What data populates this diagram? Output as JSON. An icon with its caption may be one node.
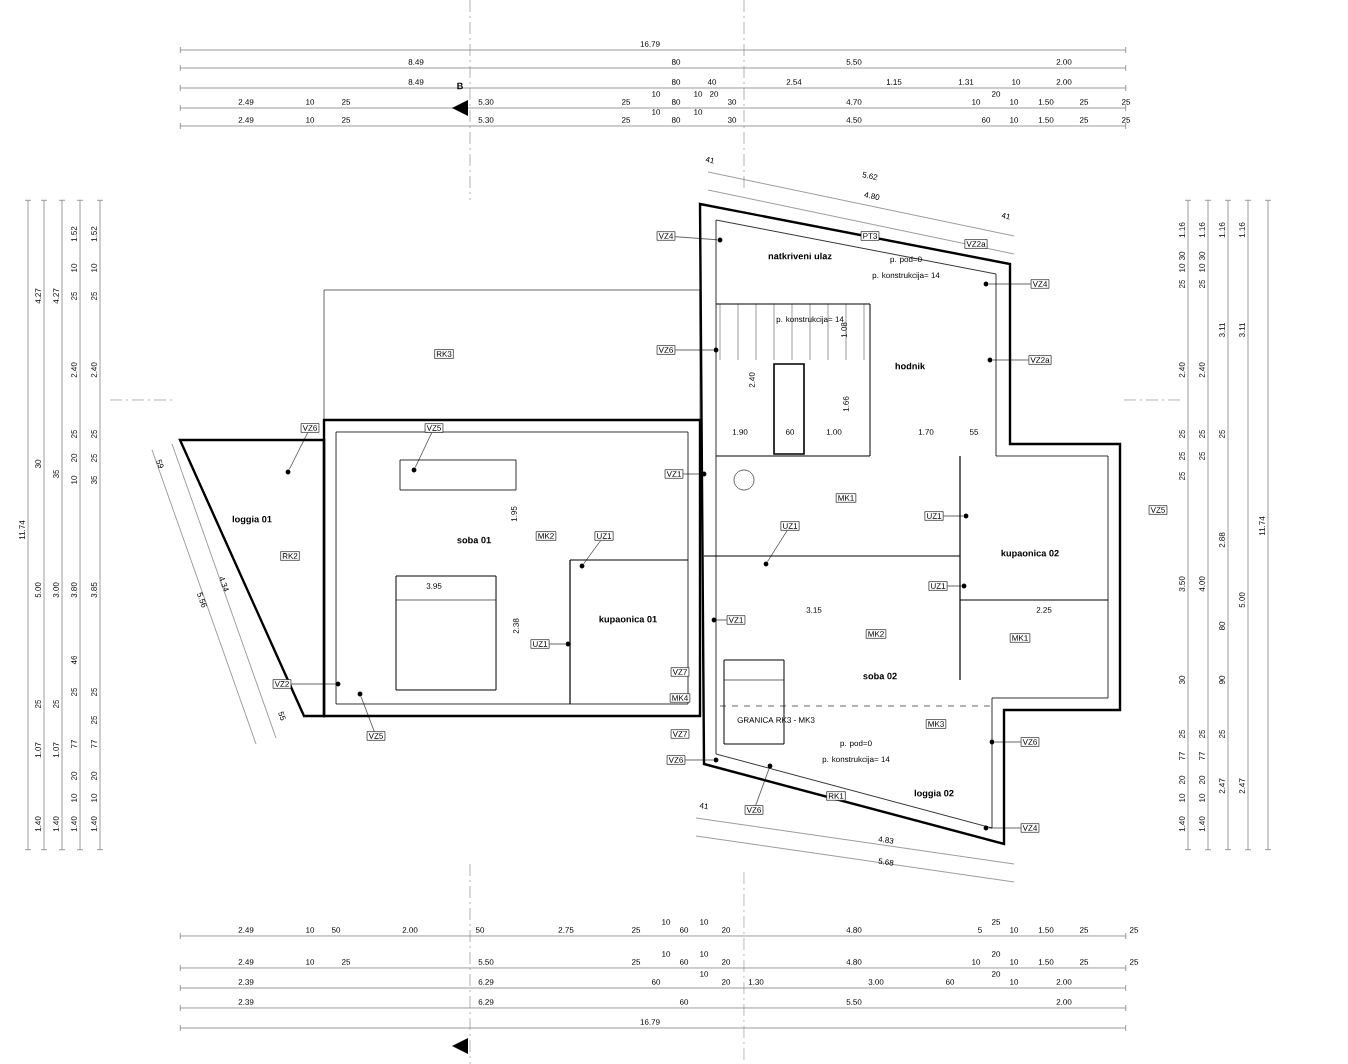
{
  "diagram": {
    "nodes": [
      {
        "text": [
          "VZ4"
        ]
      },
      {
        "text": [
          "PT3"
        ]
      },
      {
        "text": [
          "VZ2a"
        ]
      },
      {
        "text": [
          "VZ4"
        ]
      },
      {
        "text": [
          "VZ6"
        ]
      },
      {
        "text": [
          "RK3"
        ]
      },
      {
        "text": [
          "VZ2a"
        ]
      },
      {
        "text": [
          "VZ6"
        ]
      },
      {
        "text": [
          "VZ5"
        ]
      },
      {
        "text": [
          "VZ1"
        ]
      },
      {
        "text": [
          "MK1"
        ]
      },
      {
        "text": [
          "VZ5"
        ]
      },
      {
        "text": [
          "UZ1"
        ]
      },
      {
        "text": [
          "UZ1"
        ]
      },
      {
        "text": [
          "MK2"
        ]
      },
      {
        "text": [
          "UZ1"
        ]
      },
      {
        "text": [
          "RK2"
        ]
      },
      {
        "text": [
          "UZ1"
        ]
      },
      {
        "text": [
          "VZ1"
        ]
      },
      {
        "text": [
          "MK2"
        ]
      },
      {
        "text": [
          "MK1"
        ]
      },
      {
        "text": [
          "UZ1"
        ]
      },
      {
        "text": [
          "VZ7"
        ]
      },
      {
        "text": [
          "VZ2"
        ]
      },
      {
        "text": [
          "MK4"
        ]
      },
      {
        "text": [
          "MK3"
        ]
      },
      {
        "text": [
          "VZ7"
        ]
      },
      {
        "text": [
          "VZ5"
        ]
      },
      {
        "text": [
          "VZ6"
        ]
      },
      {
        "text": [
          "VZ6"
        ]
      },
      {
        "text": [
          "RK1"
        ]
      },
      {
        "text": [
          "VZ6"
        ]
      },
      {
        "text": [
          "VZ4"
        ]
      },
      {
        "text": [],
        "shape": "circle"
      },
      {
        "text": [],
        "shape": "circle"
      },
      {
        "text": [],
        "shape": "circle"
      },
      {
        "text": [],
        "shape": "circle"
      },
      {
        "text": [],
        "shape": "circle"
      },
      {
        "text": [],
        "shape": "circle"
      },
      {
        "text": [],
        "shape": "circle"
      },
      {
        "text": [],
        "shape": "circle"
      },
      {
        "text": [],
        "shape": "circle"
      },
      {
        "text": [],
        "shape": "circle"
      },
      {
        "text": [],
        "shape": "circle"
      },
      {
        "text": [],
        "shape": "circle"
      },
      {
        "text": [],
        "shape": "circle"
      },
      {
        "text": [],
        "shape": "circle"
      },
      {
        "text": [],
        "shape": "circle"
      },
      {
        "text": [],
        "shape": "circle"
      },
      {
        "text": [],
        "shape": "circle"
      },
      {
        "text": [],
        "shape": "circle"
      },
      {
        "text": [],
        "shape": "circle"
      }
    ],
    "edges": [
      {
        "from": 0,
        "to": 33,
        "arrow": "none"
      },
      {
        "from": 3,
        "to": 34,
        "arrow": "none"
      },
      {
        "from": 4,
        "to": 35,
        "arrow": "none"
      },
      {
        "from": 6,
        "to": 36,
        "arrow": "none"
      },
      {
        "from": 7,
        "to": 37,
        "arrow": "none"
      },
      {
        "from": 8,
        "to": 38,
        "arrow": "none"
      },
      {
        "from": 9,
        "to": 39,
        "arrow": "none"
      },
      {
        "from": 12,
        "to": 40,
        "arrow": "none"
      },
      {
        "from": 13,
        "to": 41,
        "arrow": "none"
      },
      {
        "from": 15,
        "to": 42,
        "arrow": "none"
      },
      {
        "from": 17,
        "to": 43,
        "arrow": "none"
      },
      {
        "from": 18,
        "to": 44,
        "arrow": "none"
      },
      {
        "from": 21,
        "to": 45,
        "arrow": "none"
      },
      {
        "from": 23,
        "to": 46,
        "arrow": "none"
      },
      {
        "from": 27,
        "to": 47,
        "arrow": "none"
      },
      {
        "from": 28,
        "to": 48,
        "arrow": "none"
      },
      {
        "from": 29,
        "to": 49,
        "arrow": "none"
      },
      {
        "from": 31,
        "to": 50,
        "arrow": "none"
      },
      {
        "from": 32,
        "to": 51,
        "arrow": "none"
      }
    ],
    "labels": [
      "16.79",
      "8.49",
      "80",
      "5.50",
      "2.00",
      "8.49",
      "80",
      "40",
      "2.54",
      "1.15",
      "1.31",
      "10",
      "2.00",
      "2.49",
      "10",
      "25",
      "5.30",
      "25",
      "10",
      "80",
      "10",
      "20",
      "30",
      "4.70",
      "10",
      "20",
      "10",
      "1.50",
      "25",
      "25",
      "2.49",
      "10",
      "25",
      "5.30",
      "25",
      "10",
      "80",
      "10",
      "30",
      "4.50",
      "60",
      "10",
      "1.50",
      "25",
      "25",
      "2.49",
      "10",
      "50",
      "2.00",
      "50",
      "2.75",
      "25",
      "10",
      "60",
      "10",
      "20",
      "4.80",
      "25",
      "5",
      "10",
      "1.50",
      "25",
      "25",
      "2.49",
      "10",
      "25",
      "5.50",
      "25",
      "10",
      "60",
      "10",
      "20",
      "4.80",
      "20",
      "10",
      "10",
      "1.50",
      "25",
      "25",
      "2.39",
      "6.29",
      "60",
      "10",
      "20",
      "1.30",
      "3.00",
      "60",
      "20",
      "10",
      "2.00",
      "2.39",
      "6.29",
      "60",
      "5.50",
      "2.00",
      "16.79",
      "11.74",
      "4.27",
      "30",
      "5.00",
      "25",
      "1.07",
      "1.40",
      "4.27",
      "35",
      "3.00",
      "25",
      "1.07",
      "1.40",
      "1.52",
      "10",
      "25",
      "2.40",
      "25",
      "20",
      "10",
      "3.80",
      "46",
      "25",
      "77",
      "20",
      "10",
      "1.40",
      "1.52",
      "10",
      "25",
      "2.40",
      "25",
      "25",
      "35",
      "3.85",
      "25",
      "25",
      "77",
      "20",
      "10",
      "1.40",
      "1.16",
      "30",
      "10",
      "25",
      "2.40",
      "25",
      "25",
      "25",
      "3.50",
      "30",
      "25",
      "77",
      "20",
      "10",
      "1.40",
      "1.16",
      "30",
      "10",
      "25",
      "2.40",
      "25",
      "25",
      "4.00",
      "25",
      "77",
      "20",
      "10",
      "1.40",
      "1.16",
      "3.11",
      "25",
      "2.88",
      "80",
      "90",
      "25",
      "2.47",
      "1.16",
      "3.11",
      "5.00",
      "2.47",
      "11.74",
      "5.62",
      "4.80",
      "41",
      "41",
      "41",
      "4.83",
      "5.68",
      "59",
      "4.34",
      "5.56",
      "55",
      "3.95",
      "1.95",
      "2.38",
      "3.15",
      "2.25",
      "1.90",
      "60",
      "1.00",
      "1.70",
      "55",
      "2.40",
      "1.66",
      "1.08",
      "natkriveni ulaz",
      "loggia 01",
      "soba 01",
      "kupaonica 01",
      "hodnik",
      "kupaonica 02",
      "soba 02",
      "loggia 02",
      "p. pod=0",
      "p. konstrukcija= 14",
      "p. konstrukcija= 14",
      "GRANICA RK3 - MK3",
      "p. pod=0",
      "p. konstrukcija= 14",
      "B"
    ]
  }
}
